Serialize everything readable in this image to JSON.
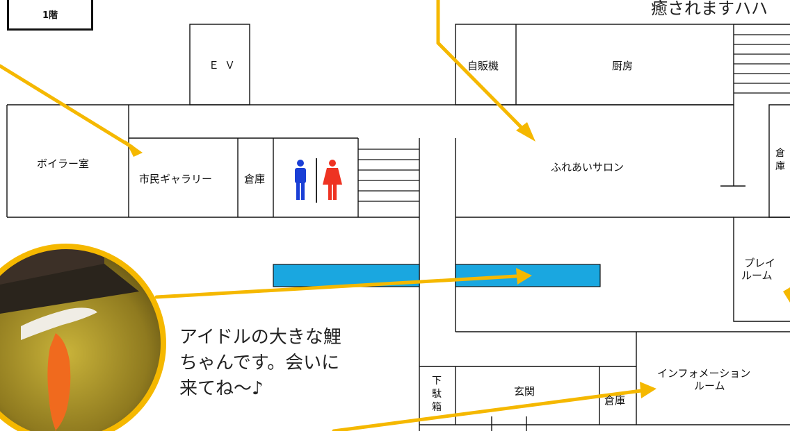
{
  "floor_label": "1階",
  "note_top": "癒されますハハ",
  "rooms": {
    "ev": "ＥＶ",
    "vending": "自販機",
    "kitchen": "厨房",
    "boiler": "ボイラー室",
    "gallery": "市民ギャラリー",
    "storage_left": "倉庫",
    "salon": "ふれあいサロン",
    "storage_right": "倉庫",
    "playroom_line1": "プレイ",
    "playroom_line2": "ルーム",
    "shoebox": "下駄箱",
    "entrance": "玄関",
    "storage_bottom": "倉庫",
    "info_line1": "インフォメーション",
    "info_line2": "ルーム"
  },
  "pond_caption": {
    "line1": "アイドルの大きな鯉",
    "line2": "ちゃんです。会いに",
    "line3": "来てね～♪"
  },
  "colors": {
    "arrow": "#f5b800",
    "pond": "#1aa7e0",
    "restroom_male": "#1a3fd6",
    "restroom_female": "#ee3322",
    "walls": "#111111"
  },
  "icons": [
    "male-restroom-icon",
    "female-restroom-icon",
    "stairs-icon",
    "arrow-icon"
  ]
}
